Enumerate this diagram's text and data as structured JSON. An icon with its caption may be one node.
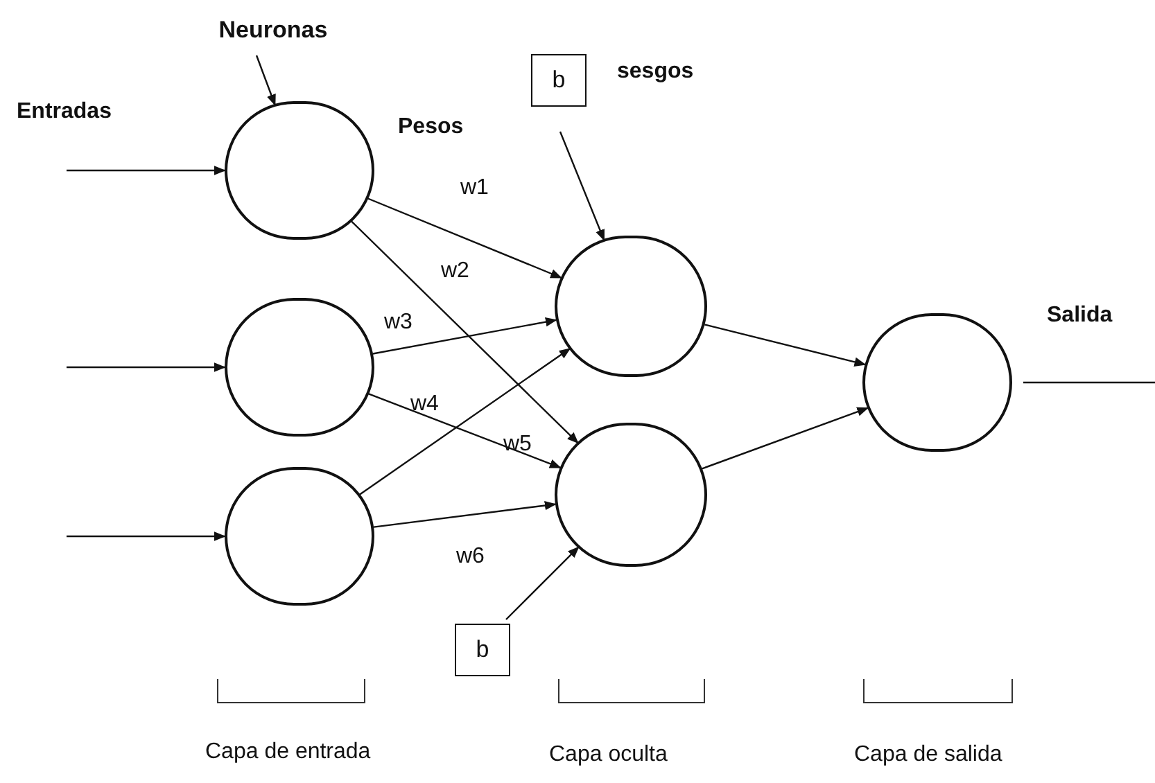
{
  "diagram": {
    "nodes": [
      {
        "text": [
          "Neuronas"
        ]
      },
      {
        "text": [
          "b"
        ]
      },
      {
        "text": [],
        "shape": "circle"
      },
      {
        "text": [],
        "shape": "circle"
      },
      {
        "text": [],
        "shape": "circle"
      },
      {
        "text": [],
        "shape": "circle"
      },
      {
        "text": [],
        "shape": "circle"
      },
      {
        "text": [],
        "shape": "circle"
      },
      {
        "text": [
          "b"
        ]
      }
    ],
    "edges": [
      {
        "from": null,
        "to": 2,
        "arrow": "to"
      },
      {
        "from": null,
        "to": 4,
        "arrow": "to"
      },
      {
        "from": null,
        "to": 7,
        "arrow": "to"
      },
      {
        "from": 0,
        "to": 2,
        "arrow": "to"
      },
      {
        "from": 2,
        "to": 3,
        "arrow": "to",
        "label": "w1"
      },
      {
        "from": 2,
        "to": 6,
        "arrow": "to",
        "label": "w2"
      },
      {
        "from": 4,
        "to": 3,
        "arrow": "to",
        "label": "w3"
      },
      {
        "from": 4,
        "to": 6,
        "arrow": "to",
        "label": "w4"
      },
      {
        "from": 7,
        "to": 3,
        "arrow": "to",
        "label": "w5"
      },
      {
        "from": 7,
        "to": 6,
        "arrow": "to",
        "label": "w6"
      },
      {
        "from": 1,
        "to": 3,
        "arrow": "to"
      },
      {
        "from": 8,
        "to": 6,
        "arrow": "to"
      },
      {
        "from": 3,
        "to": 5,
        "arrow": "to"
      },
      {
        "from": 6,
        "to": 5,
        "arrow": "to"
      },
      {
        "from": 5,
        "to": null,
        "arrow": "none"
      }
    ],
    "labels": [
      "Entradas",
      "Pesos",
      "sesgos",
      "Salida",
      "Capa de entrada",
      "Capa oculta",
      "Capa de salida"
    ]
  }
}
